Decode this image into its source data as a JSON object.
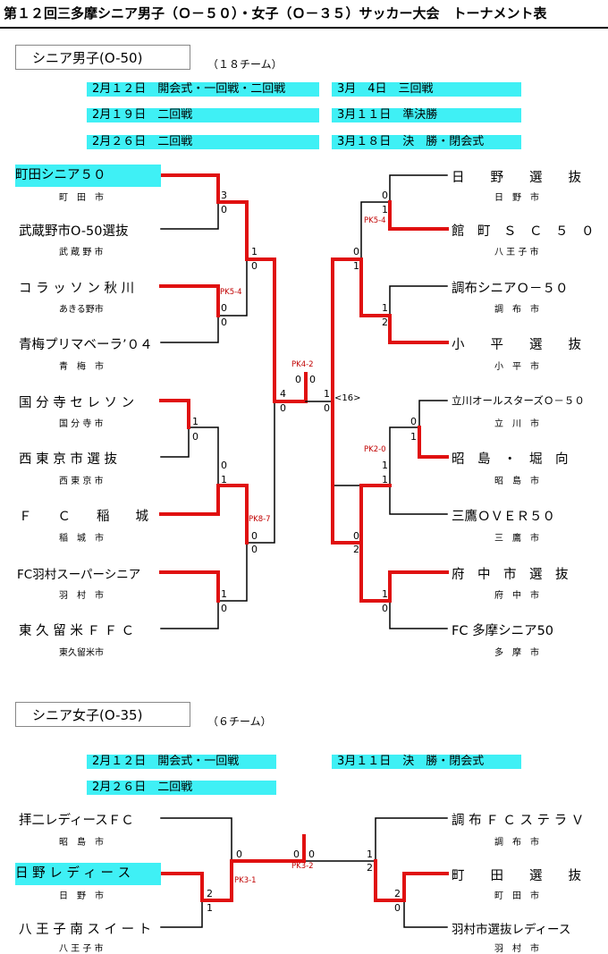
{
  "title": "第１２回三多摩シニア男子（Ｏ－５０）・女子（Ｏ－３５）サッカー大会　トーナメント表",
  "men": {
    "section_label": "シニア男子(O-50)",
    "team_count": "（１８チーム）",
    "schedule": [
      "2月１２日　開会式・一回戦・二回戦",
      "3月　4日　三回戦",
      "2月１９日　二回戦",
      "3月１１日　準決勝",
      "2月２６日　二回戦",
      "3月１８日　決　勝・閉会式"
    ],
    "left_teams": [
      {
        "name": "町田シニア５０",
        "city": "町　田　市"
      },
      {
        "name": "武蔵野市O-50選抜",
        "city": "武 蔵 野 市"
      },
      {
        "name": "コ ラ ッ ソ ン 秋 川",
        "city": "あきる野市"
      },
      {
        "name": "青梅プリマベーラ’０４",
        "city": "青　梅　市"
      },
      {
        "name": "国 分 寺 セ レ ソ ン",
        "city": "国 分 寺 市"
      },
      {
        "name": "西 東 京 市 選 抜",
        "city": "西 東 京 市"
      },
      {
        "name": "Ｆ　　Ｃ　　稲　　城",
        "city": "稲　城　市"
      },
      {
        "name": "FC羽村スーパーシニア",
        "city": "羽　村　市"
      },
      {
        "name": "東 久 留 米 Ｆ Ｆ Ｃ",
        "city": "東久留米市"
      }
    ],
    "right_teams": [
      {
        "name": "日　　野　　選　　抜",
        "city": "日　野　市"
      },
      {
        "name": "館　町　Ｓ　Ｃ　５　０",
        "city": "八 王 子 市"
      },
      {
        "name": "調布シニアＯ－５０",
        "city": "調　布　市"
      },
      {
        "name": "小　　平　　選　　抜",
        "city": "小　平　市"
      },
      {
        "name": "立川オールスターズＯ－５０",
        "city": "立　川　市"
      },
      {
        "name": "昭　島　・　堀　向",
        "city": "昭　島　市"
      },
      {
        "name": "三鷹ＯＶＥＲ５０",
        "city": "三　鷹　市"
      },
      {
        "name": "府　中　市　選　抜",
        "city": "府　中　市"
      },
      {
        "name": "FC 多摩シニア50",
        "city": "多　摩　市"
      }
    ],
    "scores": [
      "3",
      "0",
      "PK5-4",
      "0",
      "0",
      "1",
      "0",
      "1",
      "0",
      "0",
      "1",
      "PK8-7",
      "0",
      "0",
      "1",
      "0",
      "PK4-2",
      "4",
      "0",
      "0",
      "1",
      "0",
      "1",
      "0",
      "<16>",
      "PK5-4",
      "0",
      "1",
      "0",
      "1",
      "1",
      "2",
      "0",
      "1",
      "PK2-0",
      "1",
      "1",
      "0",
      "2",
      "1",
      "0"
    ]
  },
  "women": {
    "section_label": "シニア女子(O-35)",
    "team_count": "（６チーム）",
    "schedule": [
      "2月１２日　開会式・一回戦",
      "3月１１日　決　勝・閉会式",
      "2月２６日　二回戦"
    ],
    "left_teams": [
      {
        "name": "拝二レディースＦＣ",
        "city": "昭　島　市"
      },
      {
        "name": "日 野 レ デ ィ ー ス",
        "city": "日　野　市"
      },
      {
        "name": "八 王 子 南 ス イ ー ト",
        "city": "八 王 子 市"
      }
    ],
    "right_teams": [
      {
        "name": "調 布 Ｆ Ｃ ス テ ラ Ｖ",
        "city": "調　布　市"
      },
      {
        "name": "町　　田　　選　　抜",
        "city": "町　田　市"
      },
      {
        "name": "羽村市選抜レディース",
        "city": "羽　村　市"
      }
    ],
    "scores": [
      "0",
      "PK3-1",
      "2",
      "1",
      "0",
      "0",
      "PK3-2",
      "1",
      "2",
      "2",
      "0"
    ]
  },
  "colors": {
    "highlight": "#3ff0f5",
    "winner_line": "#e01010",
    "loser_line": "#000000",
    "pk_text": "#c00000"
  }
}
